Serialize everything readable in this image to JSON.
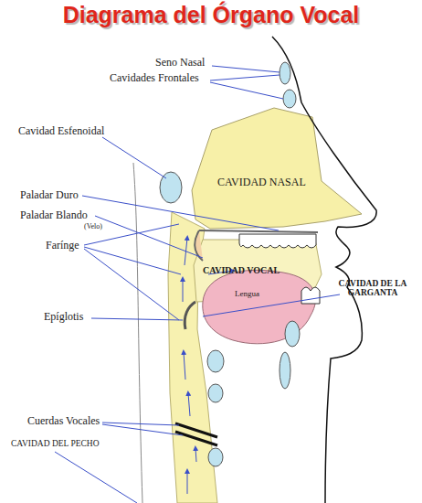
{
  "diagram": {
    "title": "Diagrama del Órgano Vocal",
    "labels": [
      "Seno Nasal",
      "Cavidades Frontales",
      "Cavidad Esfenoidal",
      "CAVIDAD NASAL",
      "Paladar Duro",
      "Paladar Blando",
      "(Velo)",
      "Farínge",
      "CAVIDAD VOCAL",
      "Lengua",
      "CAVIDAD DE LA GARGANTA",
      "Epíglotis",
      "Cuerdas Vocales",
      "CAVIDAD DEL PECHO"
    ]
  }
}
